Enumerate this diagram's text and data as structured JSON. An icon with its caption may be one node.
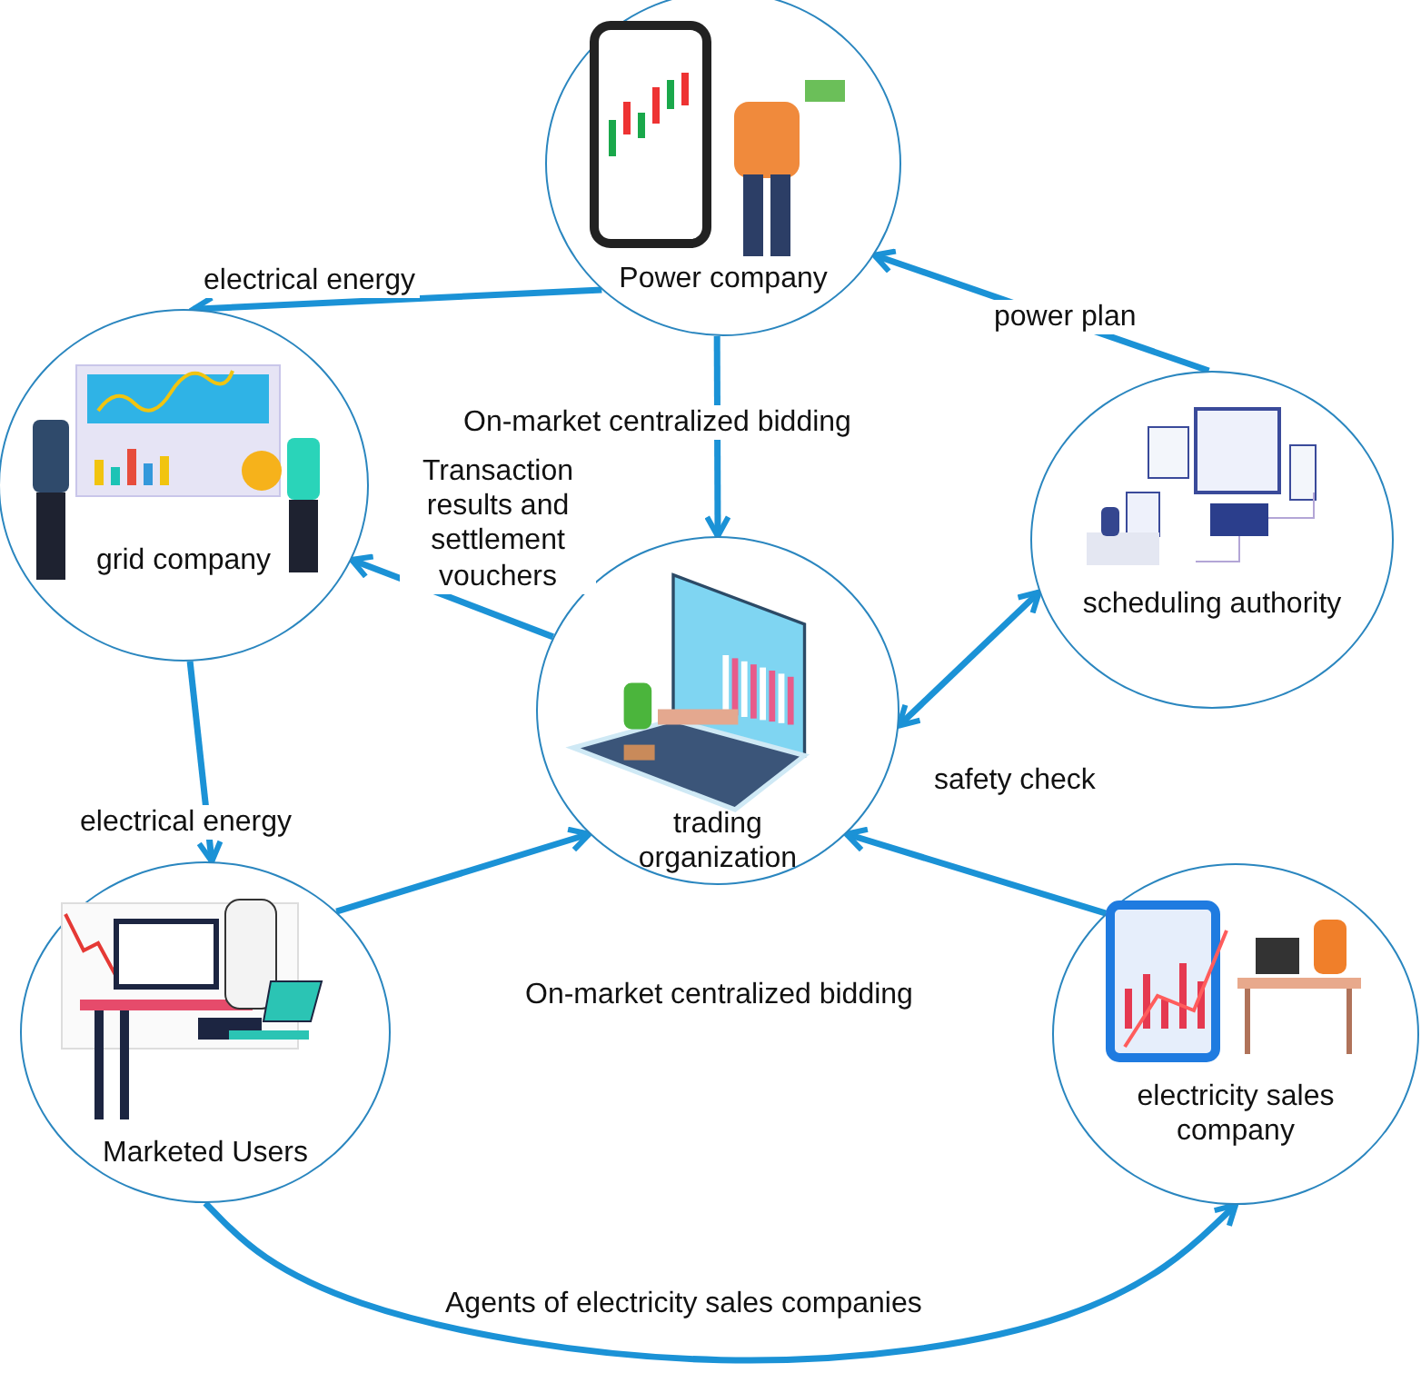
{
  "diagram": {
    "nodes": [
      {
        "text": [
          "Power company"
        ]
      },
      {
        "text": [
          "grid company"
        ]
      },
      {
        "text": [
          "scheduling authority"
        ]
      },
      {
        "text": [
          "trading organization"
        ]
      },
      {
        "text": [
          "Marketed Users"
        ]
      },
      {
        "text": [
          "electricity sales company"
        ]
      }
    ],
    "edges": [
      {
        "from": 0,
        "to": 1,
        "arrow": "to",
        "label": "electrical energy"
      },
      {
        "from": 0,
        "to": 3,
        "arrow": "to",
        "label": "On-market centralized bidding"
      },
      {
        "from": 3,
        "to": 1,
        "arrow": "to",
        "label": "Transaction results and settlement vouchers"
      },
      {
        "from": 2,
        "to": 0,
        "arrow": "to",
        "label": "power plan"
      },
      {
        "from": 3,
        "to": 2,
        "arrow": "both",
        "label": "safety check"
      },
      {
        "from": 1,
        "to": 4,
        "arrow": "to",
        "label": "electrical energy"
      },
      {
        "from": 4,
        "to": 3,
        "arrow": "to"
      },
      {
        "from": 5,
        "to": 3,
        "arrow": "to"
      },
      {
        "from": 4,
        "to": 5,
        "arrow": "to",
        "label": "Agents of electricity sales companies"
      }
    ],
    "labels": [
      "On-market centralized bidding"
    ]
  }
}
